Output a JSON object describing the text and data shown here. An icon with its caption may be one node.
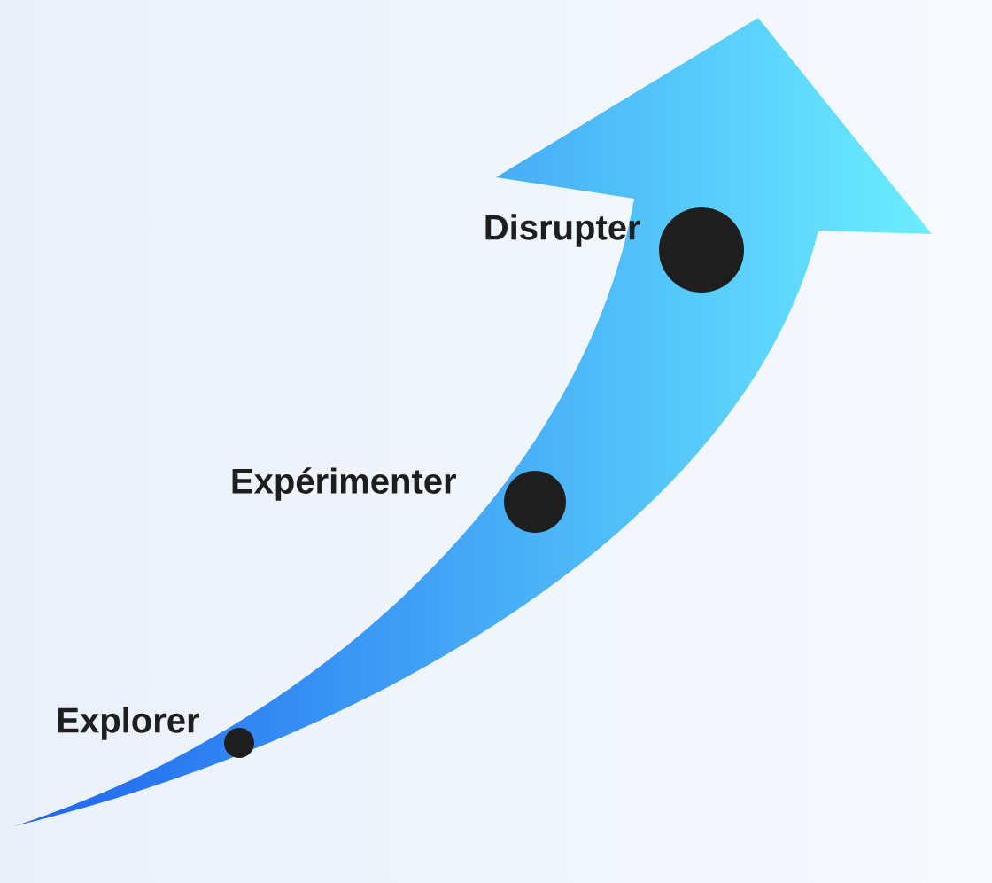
{
  "diagram": {
    "nodes": [
      {
        "text": [],
        "shape": "circle",
        "beside": [
          "Explorer"
        ]
      },
      {
        "text": [],
        "shape": "circle",
        "beside": [
          "Expérimenter"
        ]
      },
      {
        "text": [],
        "shape": "circle",
        "beside": [
          "Disrupter"
        ]
      }
    ]
  }
}
